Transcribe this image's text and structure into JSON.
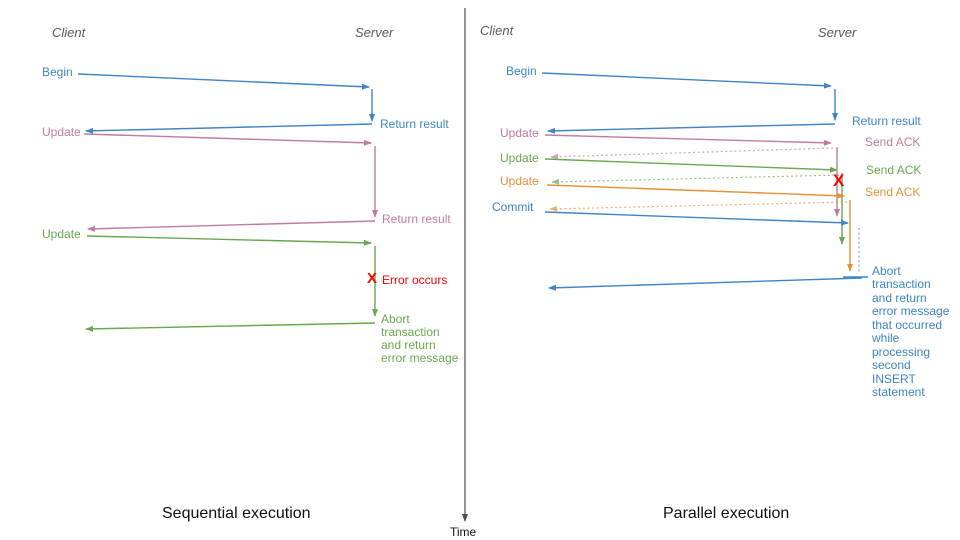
{
  "palette": {
    "blue": "#3d85c6",
    "pink": "#c27ba0",
    "green": "#6aa84f",
    "orange": "#e69138",
    "red": "#ff0000",
    "header_gray": "#5a5a5a",
    "axis_gray": "#4d4d4d",
    "text_black": "#111111"
  },
  "time_axis": {
    "label": "Time"
  },
  "left": {
    "caption": "Sequential execution",
    "client_header": "Client",
    "server_header": "Server",
    "messages": {
      "begin": "Begin",
      "return_result_1": "Return result",
      "update_1": "Update",
      "return_result_2": "Return result",
      "update_2": "Update",
      "error_marker": "X",
      "error_label": "Error occurs",
      "abort_lines": [
        "Abort",
        "transaction",
        "and return",
        "error message"
      ]
    }
  },
  "right": {
    "caption": "Parallel execution",
    "client_header": "Client",
    "server_header": "Server",
    "messages": {
      "begin": "Begin",
      "return_result": "Return result",
      "update_1": "Update",
      "send_ack_1": "Send ACK",
      "update_2": "Update",
      "send_ack_2": "Send ACK",
      "update_3": "Update",
      "send_ack_3": "Send ACK",
      "commit": "Commit",
      "error_marker": "X",
      "abort_lines": [
        "Abort",
        "transaction",
        "and return",
        "error message",
        "that occurred",
        "while",
        "processing",
        "second",
        "INSERT",
        "statement"
      ]
    }
  }
}
